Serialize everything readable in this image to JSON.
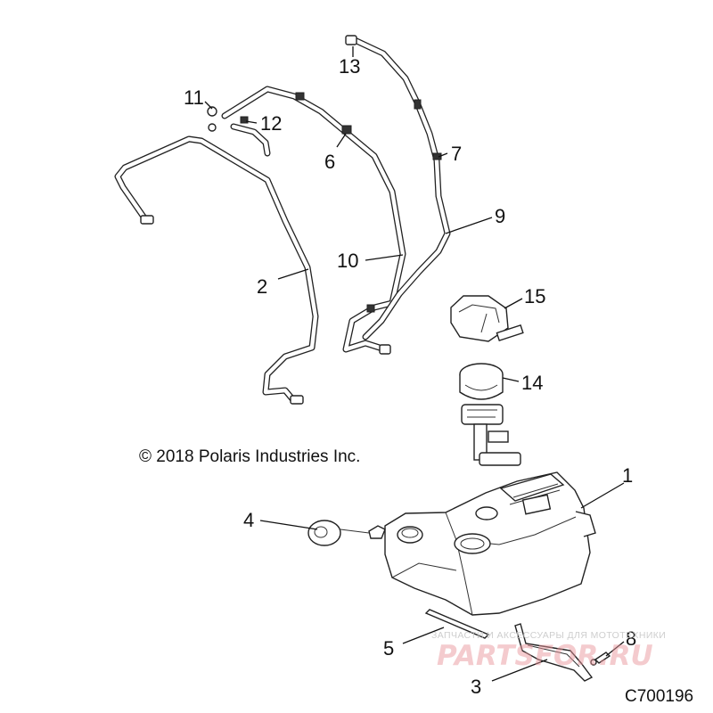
{
  "copyright": "© 2018 Polaris Industries Inc.",
  "figure_code": "C700196",
  "callouts": [
    {
      "id": "1",
      "label": "1"
    },
    {
      "id": "2",
      "label": "2"
    },
    {
      "id": "3",
      "label": "3"
    },
    {
      "id": "4",
      "label": "4"
    },
    {
      "id": "5",
      "label": "5"
    },
    {
      "id": "6",
      "label": "6"
    },
    {
      "id": "7",
      "label": "7"
    },
    {
      "id": "8",
      "label": "8"
    },
    {
      "id": "9",
      "label": "9"
    },
    {
      "id": "10",
      "label": "10"
    },
    {
      "id": "11",
      "label": "11"
    },
    {
      "id": "12",
      "label": "12"
    },
    {
      "id": "13",
      "label": "13"
    },
    {
      "id": "14",
      "label": "14"
    },
    {
      "id": "15",
      "label": "15"
    }
  ],
  "watermark": {
    "tagline": "ЗАПЧАСТИ И АКСЕССУАРЫ ДЛЯ МОТОТЕХНИКИ",
    "logo": "PARTSFOR.RU"
  }
}
